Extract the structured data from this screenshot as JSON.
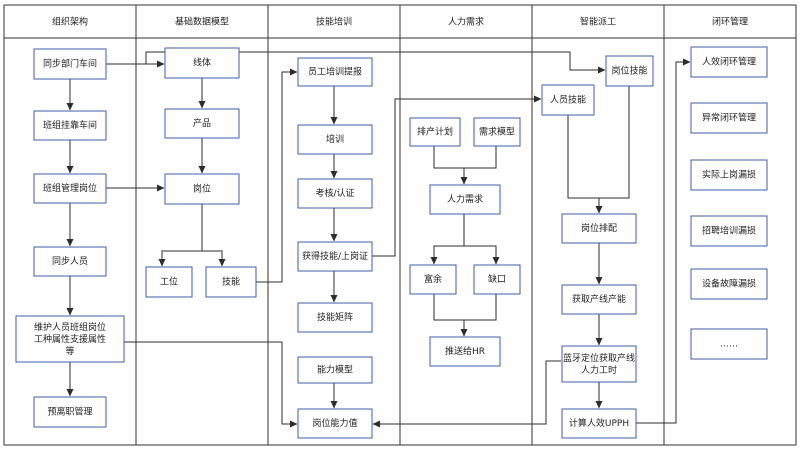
{
  "lanes": [
    {
      "id": "org",
      "title": "组织架构"
    },
    {
      "id": "basic",
      "title": "基础数据模型"
    },
    {
      "id": "training",
      "title": "技能培训"
    },
    {
      "id": "hr_demand",
      "title": "人力需求"
    },
    {
      "id": "dispatch",
      "title": "智能派工"
    },
    {
      "id": "closed_loop",
      "title": "闭环管理"
    }
  ],
  "nodes": {
    "sync_dept": "同步部门车间",
    "team_workshop": "班组挂靠车间",
    "team_post": "班组管理岗位",
    "sync_staff": "同步人员",
    "maintain_attrs": "维护人员班组岗位\n工种属性支援属性\n等",
    "pre_leave": "预离职管理",
    "line": "线体",
    "product": "产品",
    "post": "岗位",
    "station": "工位",
    "skill": "技能",
    "training_report": "员工培训提报",
    "training": "培训",
    "assess": "考核/认证",
    "get_skill": "获得技能/上岗证",
    "skill_matrix": "技能矩阵",
    "ability_model": "能力模型",
    "post_ability": "岗位能力值",
    "schedule_plan": "排产计划",
    "demand_model": "需求模型",
    "hr_demand": "人力需求",
    "surplus": "富余",
    "shortage": "缺口",
    "push_hr": "推送给HR",
    "post_skill": "岗位技能",
    "staff_skill": "人员技能",
    "post_schedule": "岗位排配",
    "line_capacity": "获取产线产能",
    "bt_labor": "蓝牙定位获取产线\n人力工时",
    "calc_upph": "计算人效UPPH",
    "eff_loop": "人效闭环管理",
    "abnormal_loop": "异常闭环管理",
    "onduty_miss": "实际上岗漏损",
    "recruit_miss": "招聘培训漏损",
    "equip_miss": "设备故障漏损",
    "more": "……"
  },
  "colors": {
    "box_stroke": "#3f5fa8",
    "arrow": "#2d2d2d",
    "lane_line": "#333333"
  }
}
